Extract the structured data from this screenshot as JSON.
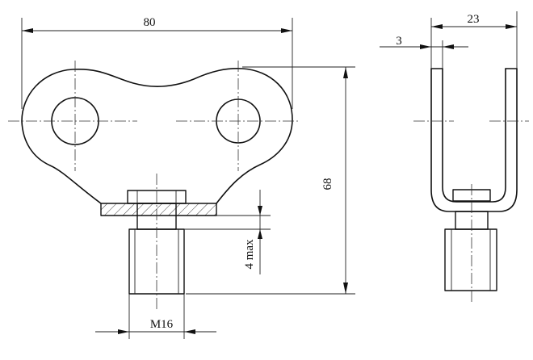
{
  "dimensions": {
    "width_label": "80",
    "height_label": "68",
    "depth_label": "23",
    "wall_thickness_label": "3",
    "max_projection_label": "4 max",
    "thread_label": "M16"
  }
}
